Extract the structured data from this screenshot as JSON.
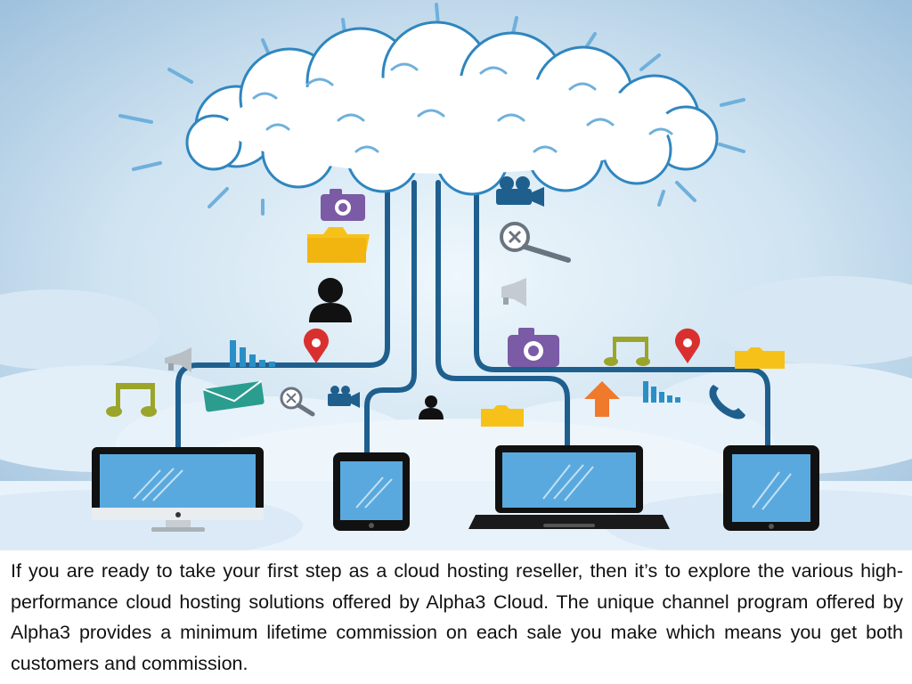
{
  "caption": "If you are ready to take your first step as a cloud hosting reseller, then it’s to explore the various high-performance cloud hosting solutions offered by Alpha3 Cloud. The unique channel program offered by Alpha3 provides a minimum lifetime commission on each sale you make which means you get both customers and commission.",
  "illustration": {
    "subject": "cloud-connected-devices",
    "devices": [
      "desktop-monitor",
      "smartphone",
      "laptop",
      "tablet"
    ],
    "icons": [
      "camera-icon",
      "folder-icon",
      "user-icon",
      "location-pin-icon",
      "bar-chart-icon",
      "megaphone-icon",
      "music-note-icon",
      "envelope-icon",
      "magnifier-icon",
      "video-camera-icon",
      "upload-arrow-icon",
      "phone-icon"
    ]
  },
  "colors": {
    "sky_top": "#a9c8e2",
    "sky_glow": "#e9f4fb",
    "cloud_fill": "#ffffff",
    "cloud_outline": "#2f86bf",
    "cable": "#1f5f8e",
    "device_frame": "#111111",
    "screen": "#5aa9de",
    "folder": "#f6c21a",
    "camera": "#7b5aa6",
    "pin": "#d9302f",
    "chart": "#2a8fc6",
    "envelope": "#2a9d8f",
    "arrow": "#f07a2c",
    "music": "#9aa52a"
  }
}
